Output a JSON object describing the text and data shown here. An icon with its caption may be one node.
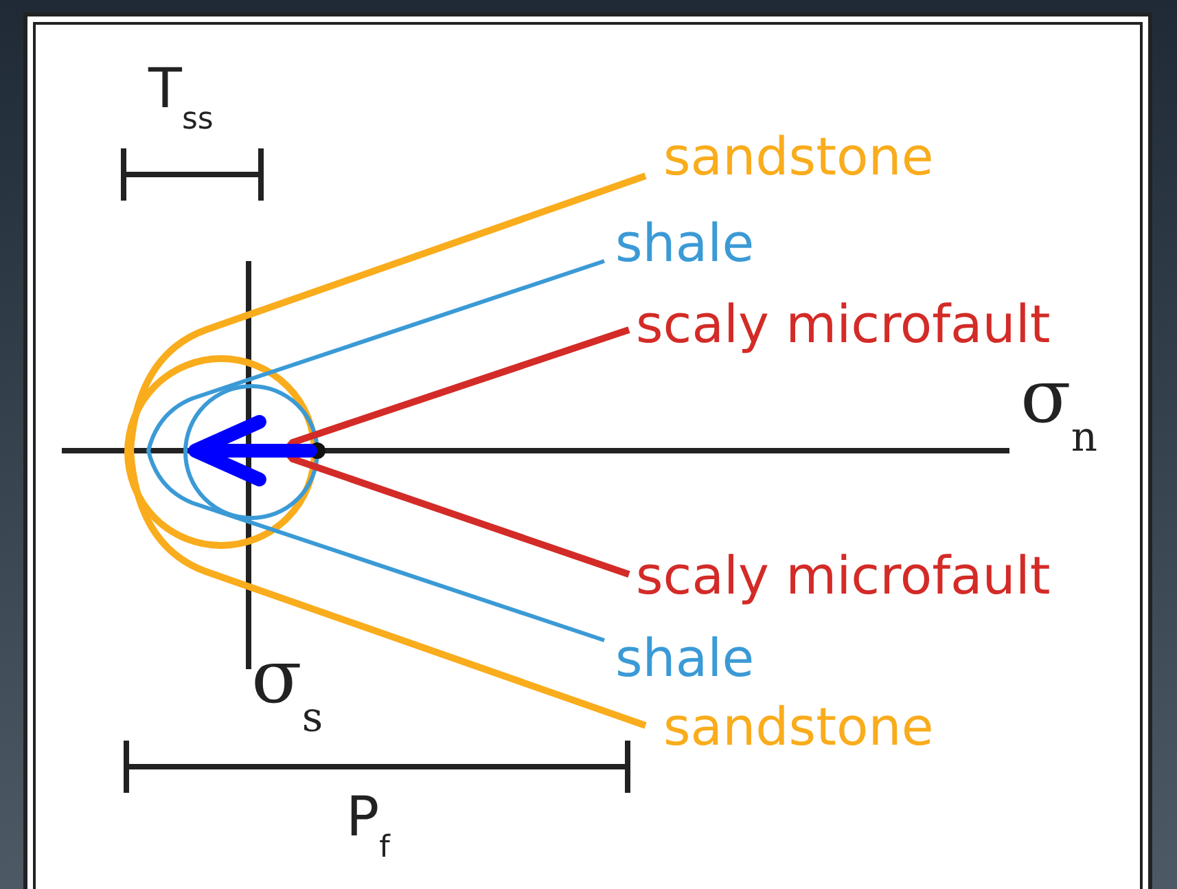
{
  "diagram": {
    "labels": [
      "T$_{ss}$",
      "sandstone",
      "shale",
      "scaly microfault",
      "σ$_{n}$",
      "scaly microfault",
      "shale",
      "sandstone",
      "σ$_{s}$",
      "P$_{f}$"
    ]
  }
}
